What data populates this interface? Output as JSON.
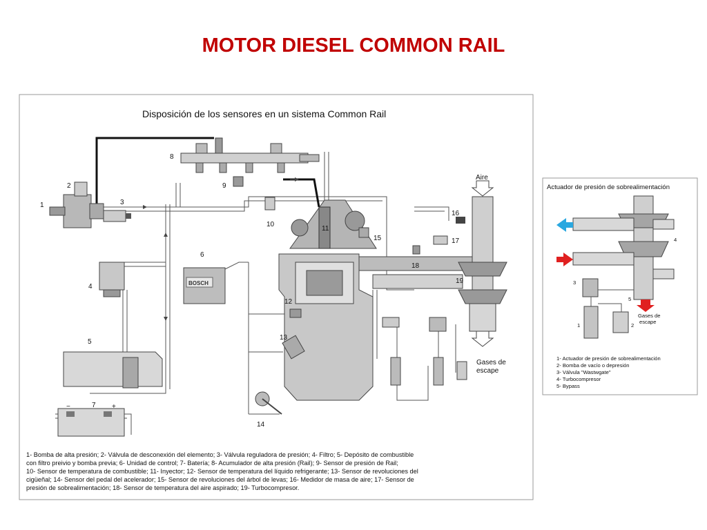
{
  "slide_title": "MOTOR DIESEL COMMON RAIL",
  "main_figure": {
    "title": "Disposición de los sensores en un sistema Common Rail",
    "callouts": [
      "1",
      "2",
      "3",
      "4",
      "5",
      "6",
      "7",
      "8",
      "9",
      "10",
      "11",
      "12",
      "13",
      "14",
      "15",
      "16",
      "17",
      "18",
      "19"
    ],
    "air_label": "Aire",
    "exhaust_label_1": "Gases de",
    "exhaust_label_2": "escape",
    "ecu_brand": "BOSCH",
    "battery_minus": "−",
    "battery_plus": "+",
    "legend_lines": [
      "1- Bomba de alta presión; 2- Válvula de desconexión del elemento; 3- Válvula reguladora de presión; 4- Filtro; 5- Depósito de combustible",
      "con filtro preivio y bomba previa; 6- Unidad de control; 7- Batería; 8- Acumulador de alta presión (Rail); 9- Sensor de presión de Rail;",
      "10- Sensor de temperatura de combustible; 11- Inyector; 12- Sensor de temperatura del líquido refrigerante; 13- Sensor de revoluciones del",
      "cigüeñal; 14- Sensor del pedal del acelerador; 15- Sensor de revoluciones del árbol de levas; 16- Medidor de masa de aire; 17- Sensor de",
      "presión de sobrealimentación; 18- Sensor de temperatura del aire aspirado; 19- Turbocompresor."
    ]
  },
  "side_figure": {
    "title": "Actuador de presión de sobrealimentación",
    "callouts": [
      "1",
      "2",
      "3",
      "4",
      "5"
    ],
    "exhaust_label_1": "Gases de",
    "exhaust_label_2": "escape",
    "legend_lines": [
      "1- Actuador de presión de sobrealimentación",
      "2- Bomba de vacío o depresión",
      "3- Válvula \"Wastwgate\"",
      "4- Turbocompresor",
      "5- Bypass"
    ]
  },
  "colors": {
    "title_red": "#c00000",
    "air_in_cyan": "#2aa8e0",
    "exhaust_red": "#e02020"
  }
}
